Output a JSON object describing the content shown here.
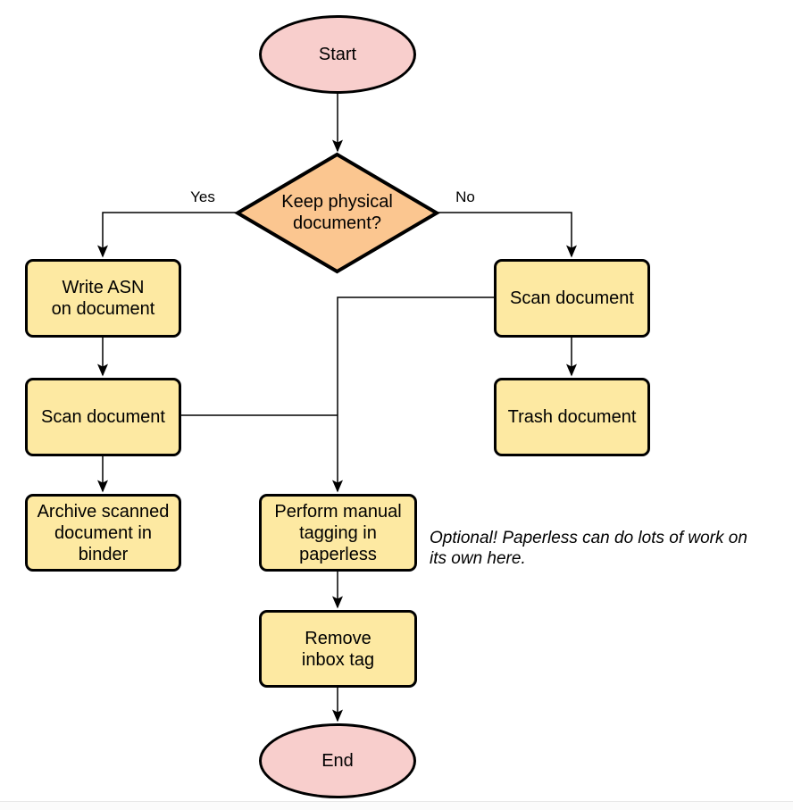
{
  "colors": {
    "canvas": "#ffffff",
    "terminal_fill": "#f8cecc",
    "decision_fill": "#fbc690",
    "process_fill": "#fde9a2",
    "stroke": "#000000",
    "line": "#000000"
  },
  "nodes": {
    "start": {
      "label": "Start",
      "shape": "ellipse"
    },
    "decision": {
      "label": "Keep physical\ndocument?",
      "shape": "diamond"
    },
    "write_asn": {
      "label": "Write ASN\non document",
      "shape": "process"
    },
    "scan_after_asn": {
      "label": "Scan document",
      "shape": "process"
    },
    "archive_binder": {
      "label": "Archive scanned\ndocument in\nbinder",
      "shape": "process"
    },
    "scan_no_keep": {
      "label": "Scan document",
      "shape": "process"
    },
    "trash": {
      "label": "Trash document",
      "shape": "process"
    },
    "manual_tagging": {
      "label": "Perform manual\ntagging in\npaperless",
      "shape": "process"
    },
    "remove_inbox_tag": {
      "label": "Remove\ninbox tag",
      "shape": "process"
    },
    "end": {
      "label": "End",
      "shape": "ellipse"
    }
  },
  "edges": {
    "yes_label": "Yes",
    "no_label": "No"
  },
  "annotation": {
    "text": "Optional! Paperless can do lots of work on\nits own here."
  }
}
